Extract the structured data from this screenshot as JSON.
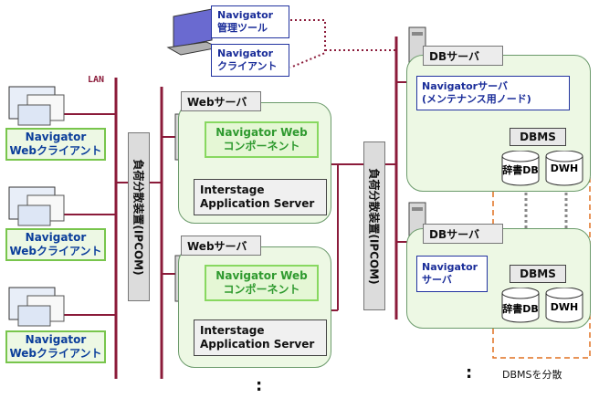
{
  "lan": {
    "label": "LAN"
  },
  "web_clients": [
    {
      "line1": "Navigator",
      "line2": "Webクライアント"
    },
    {
      "line1": "Navigator",
      "line2": "Webクライアント"
    },
    {
      "line1": "Navigator",
      "line2": "Webクライアント"
    }
  ],
  "nav_tools": {
    "admin": {
      "line1": "Navigator",
      "line2": "管理ツール"
    },
    "client": {
      "line1": "Navigator",
      "line2": "クライアント"
    }
  },
  "load_balancer_left": {
    "label": "負荷分散装置(IPCOM)"
  },
  "load_balancer_right": {
    "label": "負荷分散装置(IPCOM)"
  },
  "web_servers": [
    {
      "title": "Webサーバ",
      "component_line1": "Navigator Web",
      "component_line2": "コンポーネント",
      "app_line1": "Interstage",
      "app_line2": "Application Server"
    },
    {
      "title": "Webサーバ",
      "component_line1": "Navigator Web",
      "component_line2": "コンポーネント",
      "app_line1": "Interstage",
      "app_line2": "Application Server"
    }
  ],
  "db_servers": [
    {
      "title": "DBサーバ",
      "nav_line1": "Navigatorサーバ",
      "nav_line2": "(メンテナンス用ノード)",
      "dbms": "DBMS",
      "dict": "辞書DB",
      "dwh": "DWH"
    },
    {
      "title": "DBサーバ",
      "nav_line1": "Navigator",
      "nav_line2": "サーバ",
      "dbms": "DBMS",
      "dict": "辞書DB",
      "dwh": "DWH"
    }
  ],
  "ellipsis": {
    "center": ":",
    "right": ":"
  },
  "caption": "DBMSを分散",
  "colors": {
    "lan_line": "#8b1b3a",
    "client_green": "#78c54c",
    "navigator_blue": "#2233a0",
    "dbms_dashed": "#e07020"
  }
}
